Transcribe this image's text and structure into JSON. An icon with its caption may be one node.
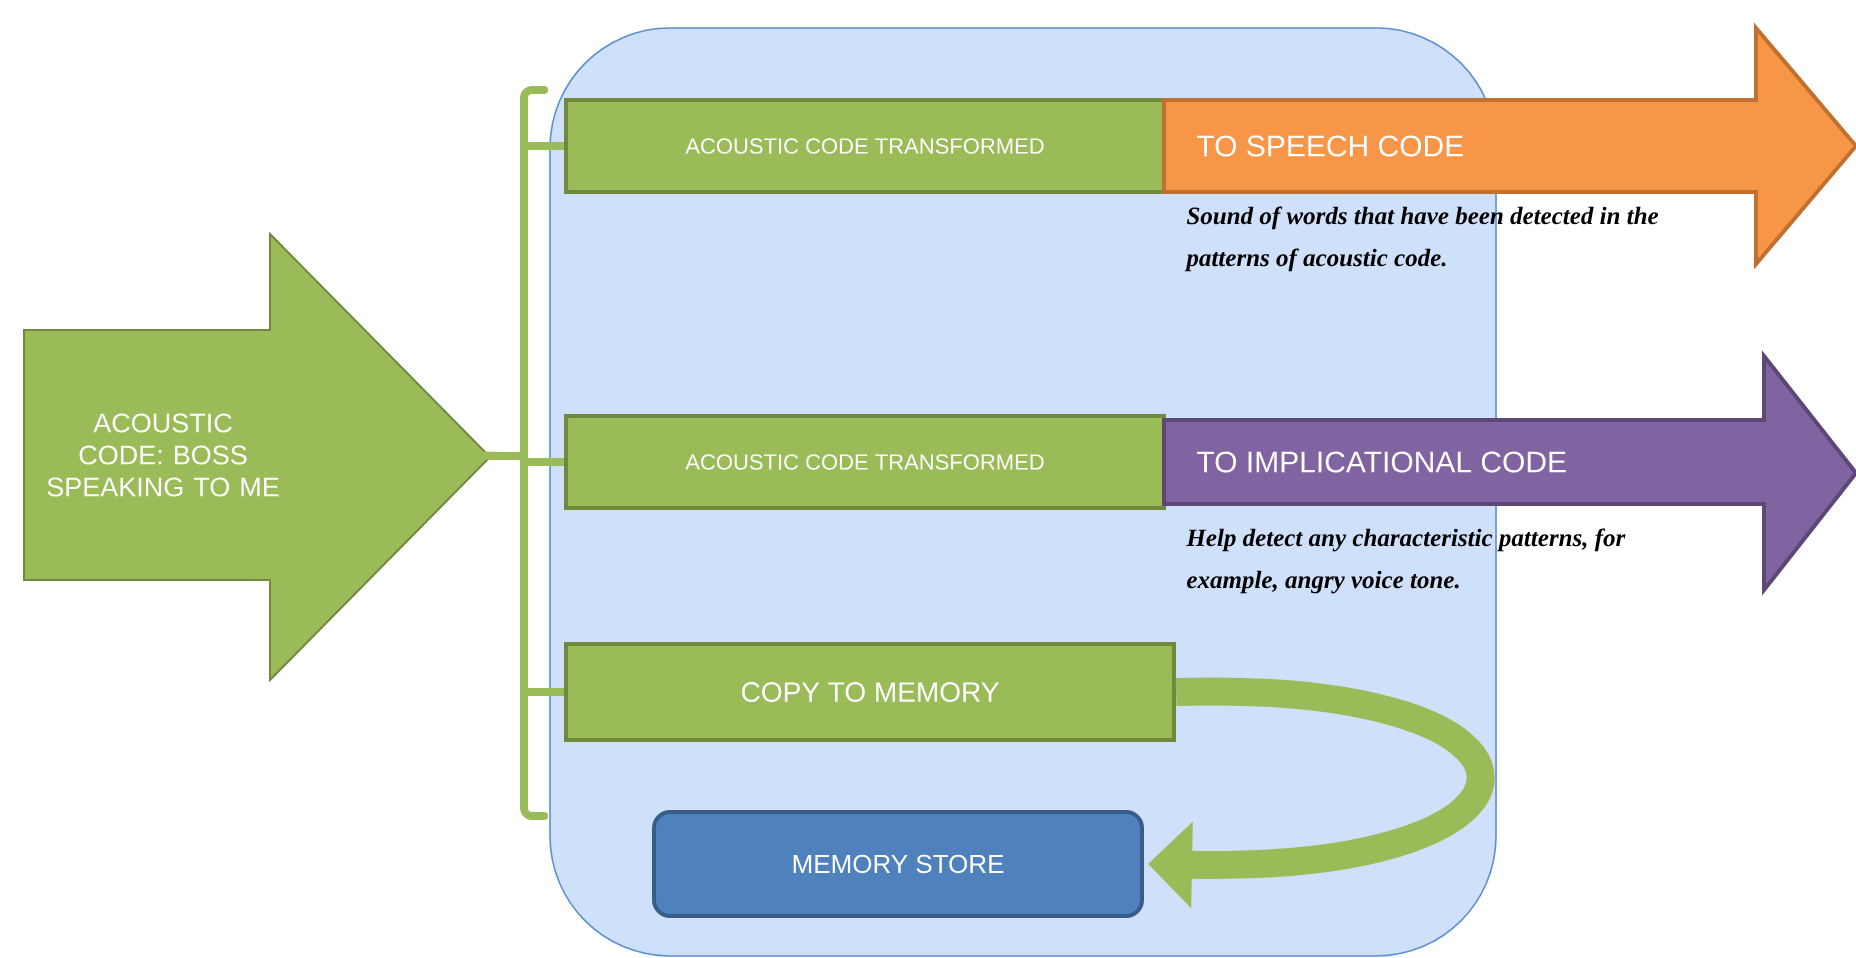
{
  "diagram": {
    "nodes": [
      {
        "text": [],
        "shape": "box"
      },
      {
        "text": [
          "ACOUSTIC CODE: BOSS SPEAKING TO ME"
        ]
      },
      {
        "text": [
          "ACOUSTIC  CODE TRANSFORMED"
        ],
        "in": 0
      },
      {
        "text": [
          "TO SPEECH CODE"
        ],
        "beside": [
          "Sound of words that have been detected in the patterns of acoustic code."
        ]
      },
      {
        "text": [
          "ACOUSTIC  CODE TRANSFORMED"
        ],
        "in": 0
      },
      {
        "text": [
          "TO IMPLICATIONAL CODE"
        ],
        "beside": [
          "Help detect any characteristic patterns, for example, angry voice tone."
        ]
      },
      {
        "text": [
          "COPY TO MEMORY"
        ],
        "in": 0
      },
      {
        "text": [
          "MEMORY STORE"
        ],
        "in": 0
      }
    ],
    "edges": [
      {
        "from": 1,
        "to": 2,
        "arrow": "none"
      },
      {
        "from": 1,
        "to": 4,
        "arrow": "none"
      },
      {
        "from": 1,
        "to": 6,
        "arrow": "none"
      },
      {
        "from": 6,
        "to": 7,
        "arrow": "to",
        "style": "thick"
      }
    ]
  }
}
